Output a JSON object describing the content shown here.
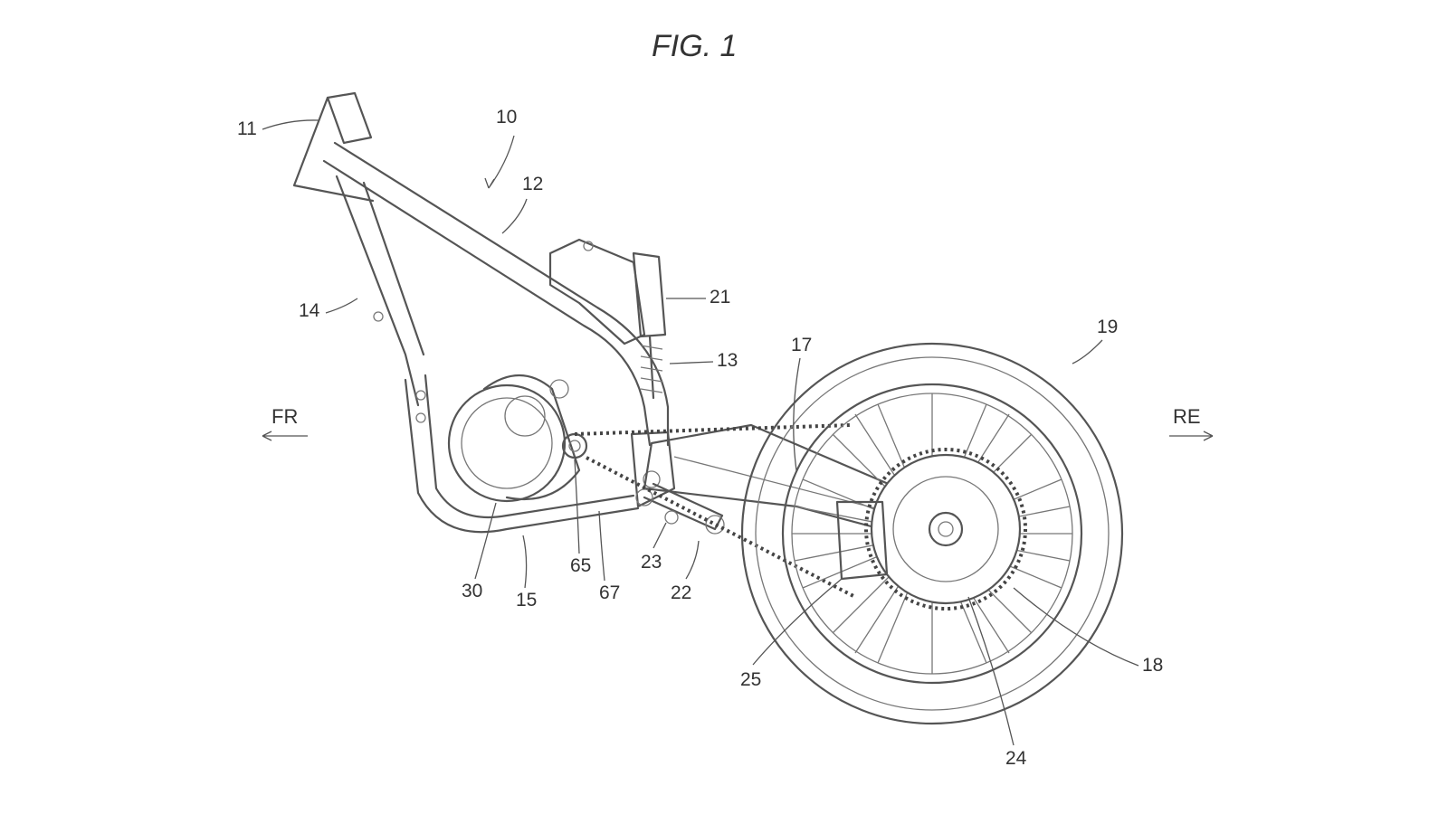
{
  "figure": {
    "title": "FIG. 1",
    "direction_front": "FR",
    "direction_rear": "RE",
    "reference_numerals": [
      "10",
      "11",
      "12",
      "13",
      "14",
      "15",
      "17",
      "18",
      "19",
      "21",
      "22",
      "23",
      "24",
      "25",
      "30",
      "65",
      "67"
    ]
  }
}
